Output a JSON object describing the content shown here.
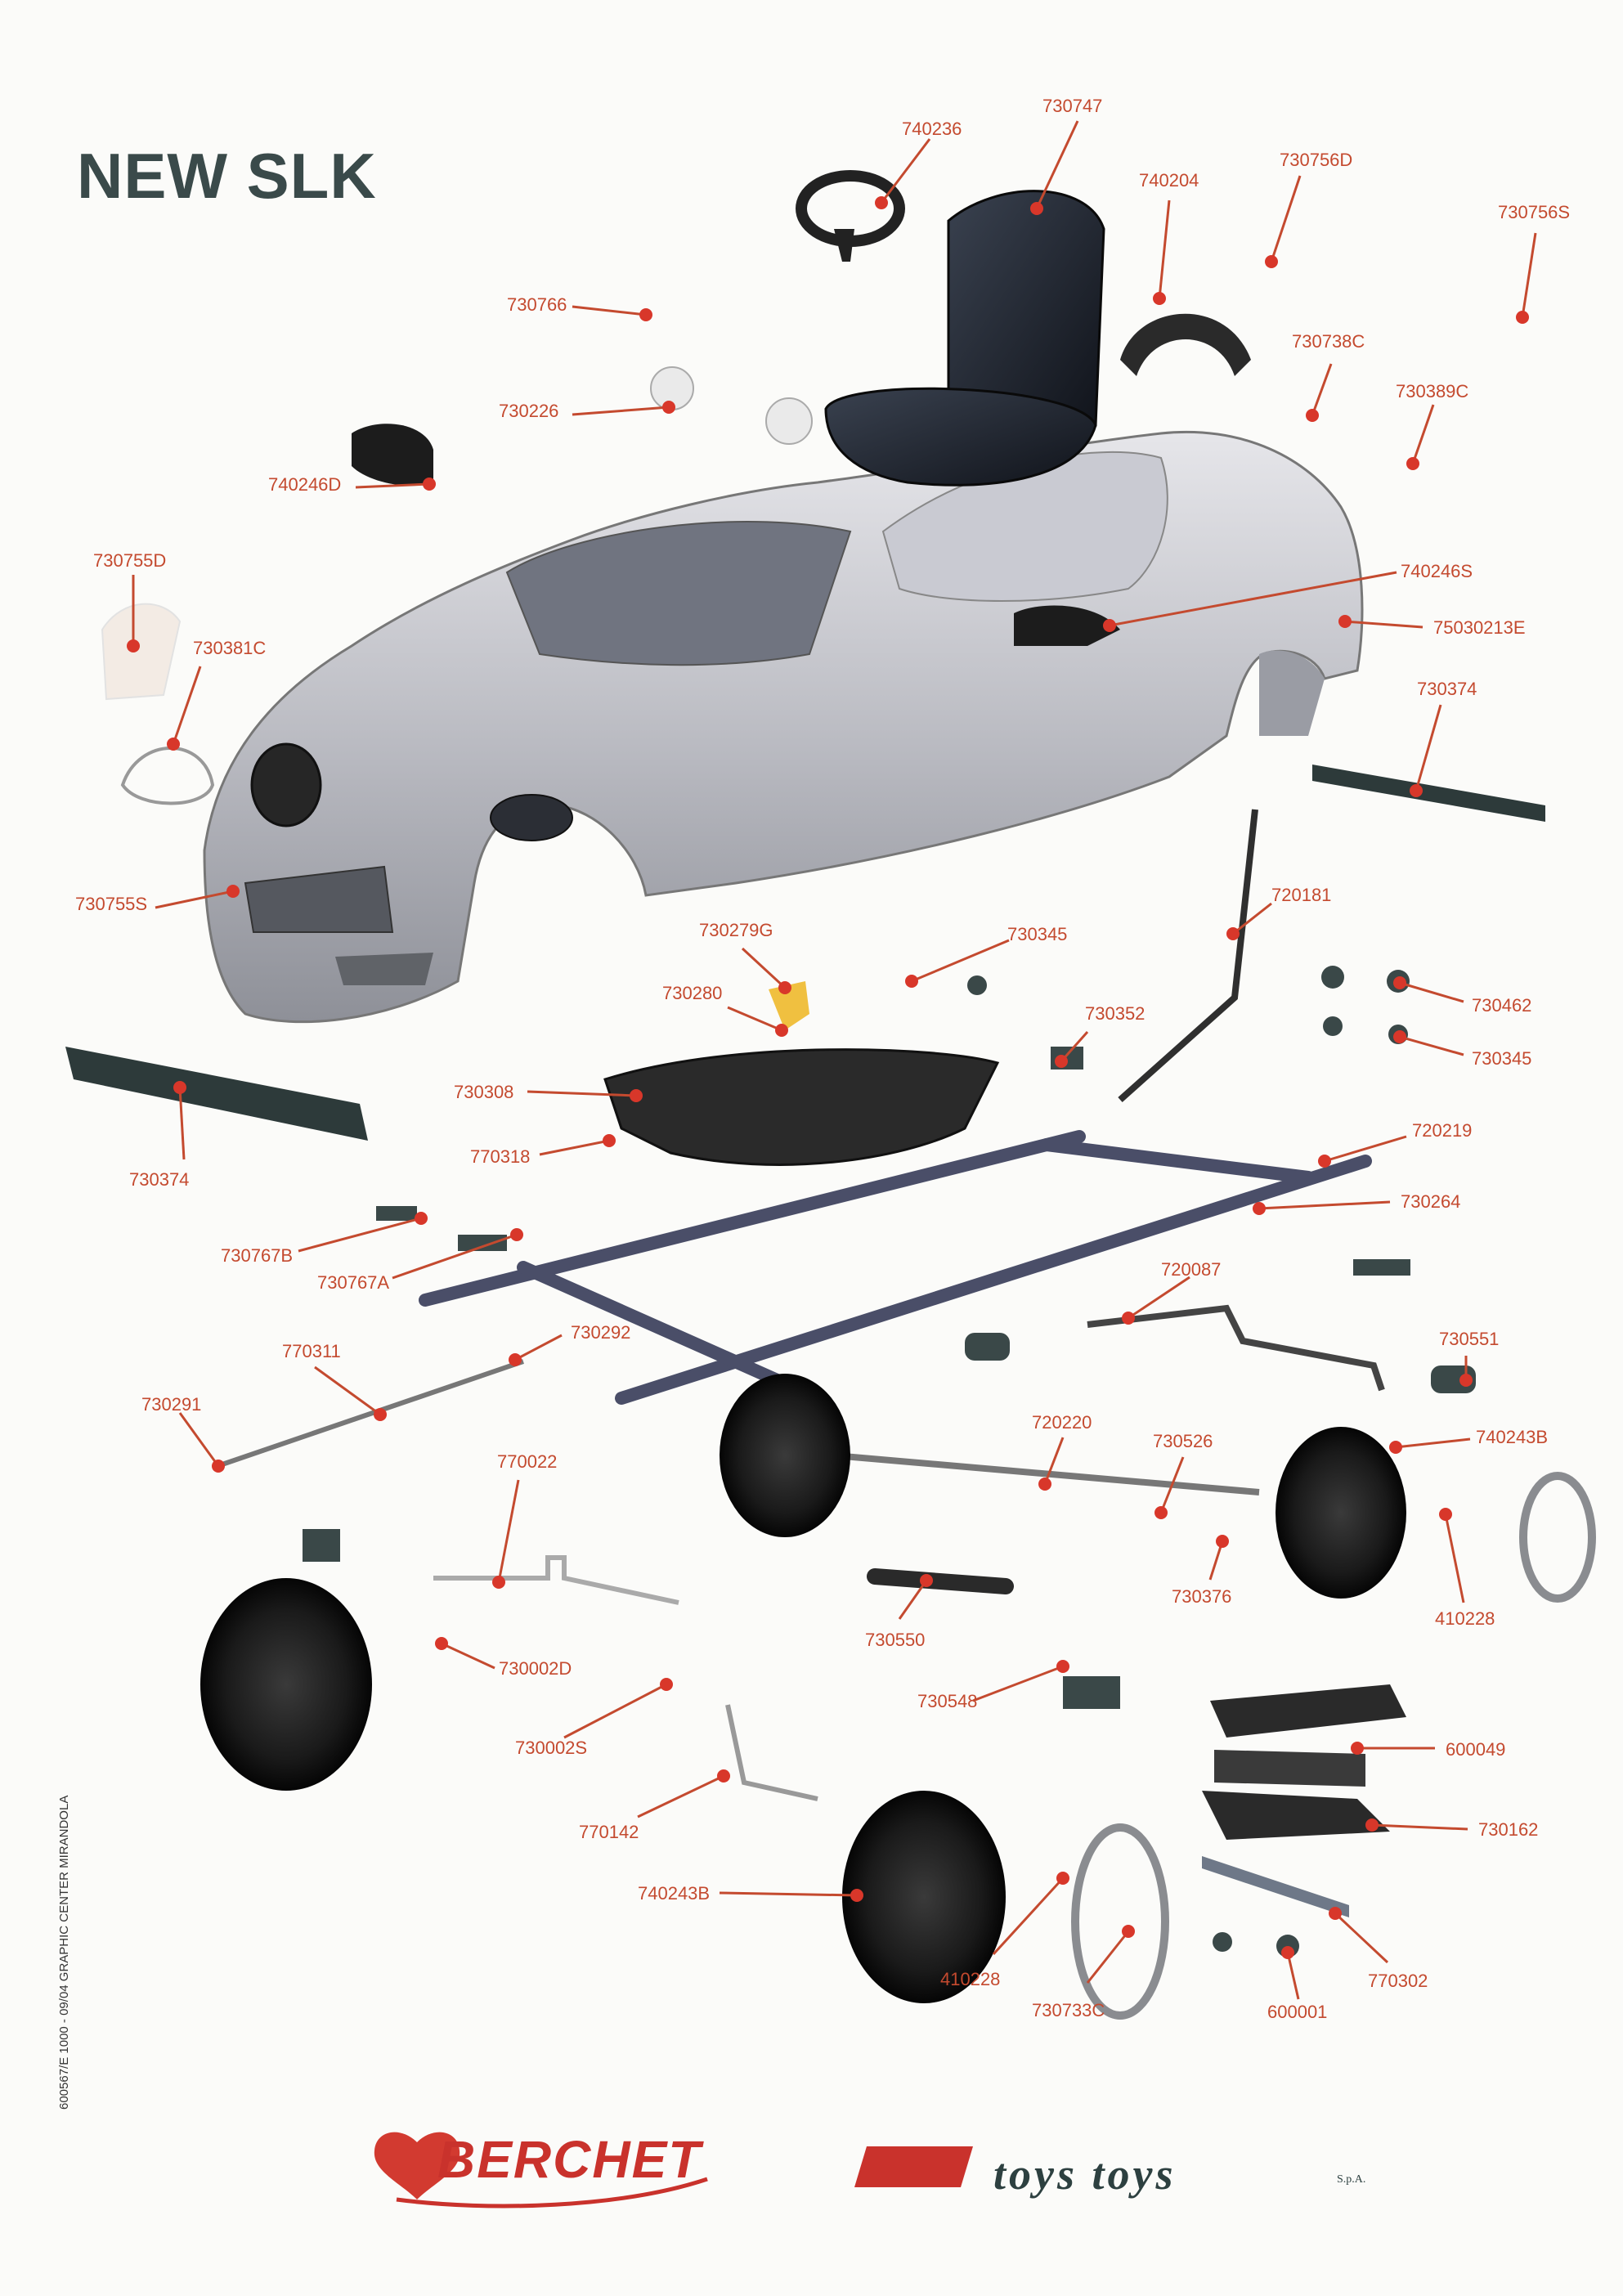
{
  "title": "NEW SLK",
  "print_code": "600567/E 1000 - 09/04 GRAPHIC CENTER MIRANDOLA",
  "logos": {
    "berchet": "BERCHET",
    "toys_toys": "toys toys",
    "spa": "S.p.A."
  },
  "colors": {
    "label": "#c44a2f",
    "callout_dot": "#d8372a",
    "title": "#3a4a4a"
  },
  "parts": [
    {
      "code": "730747"
    },
    {
      "code": "740236"
    },
    {
      "code": "740204"
    },
    {
      "code": "730756D"
    },
    {
      "code": "730756S"
    },
    {
      "code": "730766"
    },
    {
      "code": "730738C"
    },
    {
      "code": "730226"
    },
    {
      "code": "730389C"
    },
    {
      "code": "740246D"
    },
    {
      "code": "740246S"
    },
    {
      "code": "730755D"
    },
    {
      "code": "75030213E"
    },
    {
      "code": "730381C"
    },
    {
      "code": "730374"
    },
    {
      "code": "730755S"
    },
    {
      "code": "720181"
    },
    {
      "code": "730279G"
    },
    {
      "code": "730345"
    },
    {
      "code": "730280"
    },
    {
      "code": "730352"
    },
    {
      "code": "730462"
    },
    {
      "code": "730308"
    },
    {
      "code": "730345"
    },
    {
      "code": "730374"
    },
    {
      "code": "770318"
    },
    {
      "code": "720219"
    },
    {
      "code": "730264"
    },
    {
      "code": "730767B"
    },
    {
      "code": "730767A"
    },
    {
      "code": "720087"
    },
    {
      "code": "770311"
    },
    {
      "code": "730292"
    },
    {
      "code": "730551"
    },
    {
      "code": "730291"
    },
    {
      "code": "720220"
    },
    {
      "code": "730526"
    },
    {
      "code": "740243B"
    },
    {
      "code": "770022"
    },
    {
      "code": "730376"
    },
    {
      "code": "410228"
    },
    {
      "code": "730550"
    },
    {
      "code": "730002D"
    },
    {
      "code": "730548"
    },
    {
      "code": "600049"
    },
    {
      "code": "730002S"
    },
    {
      "code": "730162"
    },
    {
      "code": "770142"
    },
    {
      "code": "740243B"
    },
    {
      "code": "410228"
    },
    {
      "code": "770302"
    },
    {
      "code": "730733C"
    },
    {
      "code": "600001"
    }
  ]
}
